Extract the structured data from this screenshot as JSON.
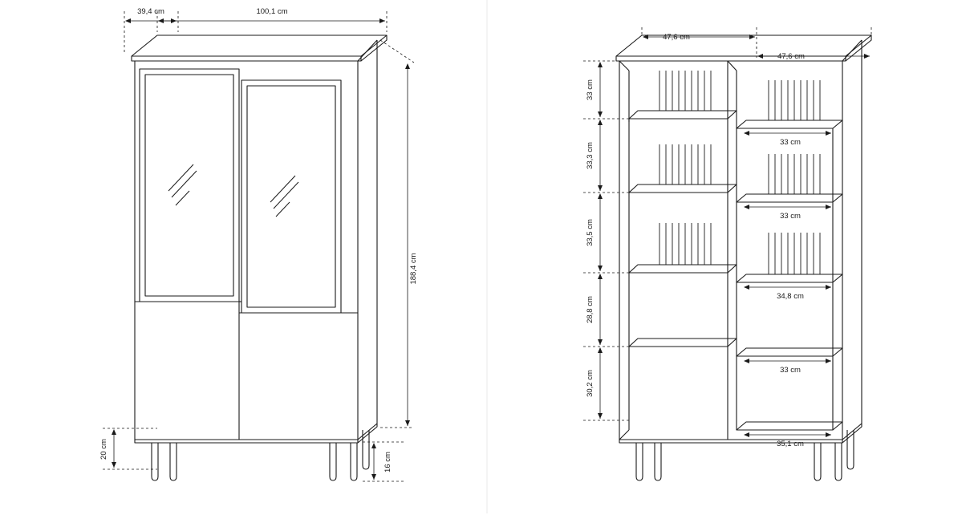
{
  "figure": {
    "type": "technical-drawing",
    "subject": "display cabinet dimensioned drawing",
    "views": [
      {
        "id": "front-view",
        "name": "front-elevation-with-glass-doors",
        "dimensions": {
          "depth": "39,4 cm",
          "width": "100,1 cm",
          "height": "188,4 cm",
          "leg_height": "20 cm",
          "plinth_height": "16 cm"
        }
      },
      {
        "id": "interior-view",
        "name": "interior-shelf-layout",
        "dimensions": {
          "left_section_width": "47,6 cm",
          "right_section_width": "47,6 cm",
          "left_heights": [
            "33 cm",
            "33,3 cm",
            "33,5 cm",
            "28,8 cm",
            "30,2 cm"
          ],
          "right_shelf_widths": [
            "33 cm",
            "33 cm",
            "34,8 cm",
            "33 cm",
            "35,1 cm"
          ]
        }
      }
    ]
  },
  "labels": {
    "front": {
      "depth": "39,4 cm",
      "width": "100,1 cm",
      "height": "188,4 cm",
      "leg": "20 cm",
      "plinth": "16 cm"
    },
    "interior": {
      "top_left_width": "47,6 cm",
      "top_right_width": "47,6 cm",
      "v1": "33 cm",
      "v2": "33,3 cm",
      "v3": "33,5 cm",
      "v4": "28,8 cm",
      "v5": "30,2 cm",
      "h1": "33 cm",
      "h2": "33 cm",
      "h3": "34,8 cm",
      "h4": "33 cm",
      "h5": "35,1 cm"
    }
  },
  "colors": {
    "stroke": "#1a1a1a",
    "background": "#ffffff",
    "dimension_line": "#1a1a1a"
  }
}
